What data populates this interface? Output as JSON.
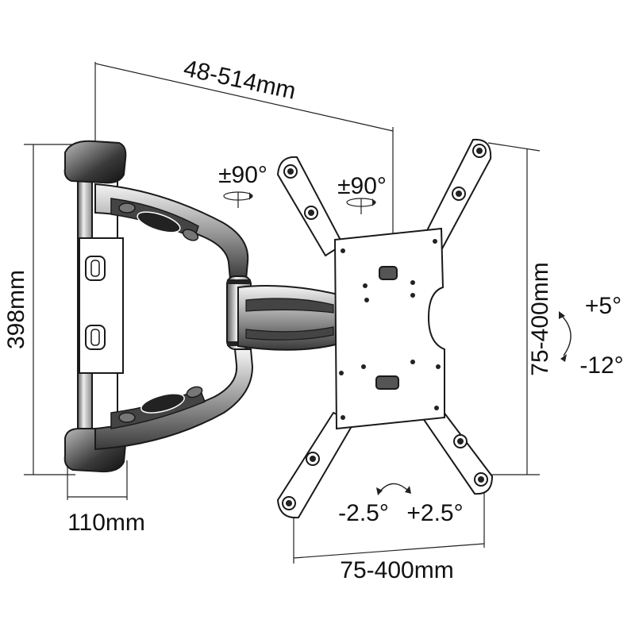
{
  "labels": {
    "depth": "48-514mm",
    "height": "398mm",
    "width": "110mm",
    "swivel_left": "±90°",
    "swivel_right": "±90°",
    "vesa_vertical": "75-400mm",
    "vesa_horizontal": "75-400mm",
    "tilt_up": "+5°",
    "tilt_down": "-12°",
    "rotate_minus": "-2.5°",
    "rotate_plus": "+2.5°"
  },
  "colors": {
    "line": "#1a1a1a",
    "fill_dark": "#2b2b2b",
    "fill_mid": "#7a7a7a",
    "fill_light": "#e6e6e6"
  }
}
